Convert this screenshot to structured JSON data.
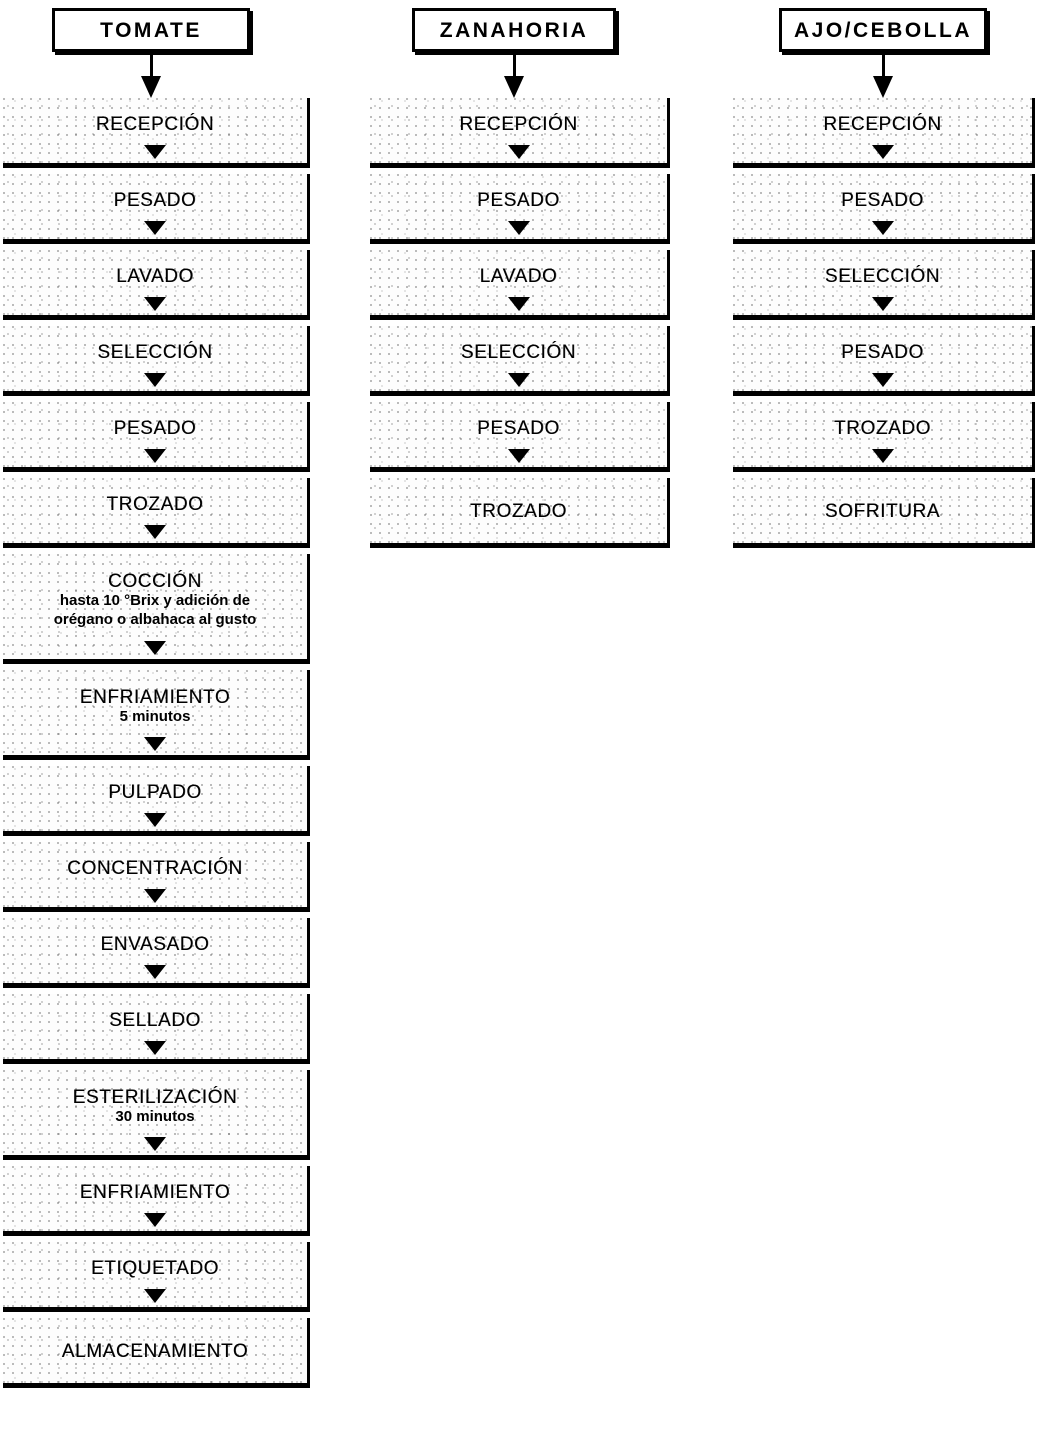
{
  "diagram": {
    "title_columns": [
      "TOMATE",
      "ZANAHORIA",
      "AJO/CEBOLLA"
    ],
    "ink_color": "#000000",
    "paper_color": "#ffffff"
  },
  "columns": [
    {
      "header": "TOMATE",
      "steps": [
        {
          "title": "RECEPCIÓN",
          "sub": "",
          "arrow": true
        },
        {
          "title": "PESADO",
          "sub": "",
          "arrow": true
        },
        {
          "title": "LAVADO",
          "sub": "",
          "arrow": true
        },
        {
          "title": "SELECCIÓN",
          "sub": "",
          "arrow": true
        },
        {
          "title": "PESADO",
          "sub": "",
          "arrow": true
        },
        {
          "title": "TROZADO",
          "sub": "",
          "arrow": true
        },
        {
          "title": "COCCIÓN",
          "sub": "hasta 10 °Brix y adición de\norégano o albahaca al gusto",
          "arrow": true
        },
        {
          "title": "ENFRIAMIENTO",
          "sub": "5 minutos",
          "arrow": true
        },
        {
          "title": "PULPADO",
          "sub": "",
          "arrow": true
        },
        {
          "title": "CONCENTRACIÓN",
          "sub": "",
          "arrow": true
        },
        {
          "title": "ENVASADO",
          "sub": "",
          "arrow": true
        },
        {
          "title": "SELLADO",
          "sub": "",
          "arrow": true
        },
        {
          "title": "ESTERILIZACIÓN",
          "sub": "30 minutos",
          "arrow": true
        },
        {
          "title": "ENFRIAMIENTO",
          "sub": "",
          "arrow": true
        },
        {
          "title": "ETIQUETADO",
          "sub": "",
          "arrow": true
        },
        {
          "title": "ALMACENAMIENTO",
          "sub": "",
          "arrow": false
        }
      ]
    },
    {
      "header": "ZANAHORIA",
      "steps": [
        {
          "title": "RECEPCIÓN",
          "sub": "",
          "arrow": true
        },
        {
          "title": "PESADO",
          "sub": "",
          "arrow": true
        },
        {
          "title": "LAVADO",
          "sub": "",
          "arrow": true
        },
        {
          "title": "SELECCIÓN",
          "sub": "",
          "arrow": true
        },
        {
          "title": "PESADO",
          "sub": "",
          "arrow": true
        },
        {
          "title": "TROZADO",
          "sub": "",
          "arrow": false
        }
      ]
    },
    {
      "header": "AJO/CEBOLLA",
      "steps": [
        {
          "title": "RECEPCIÓN",
          "sub": "",
          "arrow": true
        },
        {
          "title": "PESADO",
          "sub": "",
          "arrow": true
        },
        {
          "title": "SELECCIÓN",
          "sub": "",
          "arrow": true
        },
        {
          "title": "PESADO",
          "sub": "",
          "arrow": true
        },
        {
          "title": "TROZADO",
          "sub": "",
          "arrow": true
        },
        {
          "title": "SOFRITURA",
          "sub": "",
          "arrow": false
        }
      ]
    }
  ]
}
